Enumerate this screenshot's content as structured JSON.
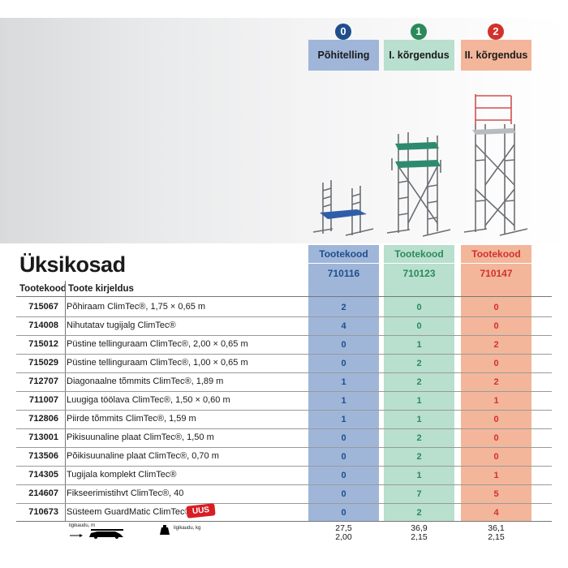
{
  "title": "Üksikosad",
  "columns": [
    {
      "number": "0",
      "name": "Põhitelling",
      "code_label": "Tootekood",
      "code": "710116"
    },
    {
      "number": "1",
      "name": "I. kõrgendus",
      "code_label": "Tootekood",
      "code": "710123"
    },
    {
      "number": "2",
      "name": "II. kõrgendus",
      "code_label": "Tootekood",
      "code": "710147"
    }
  ],
  "table_headers": {
    "code": "Tootekood",
    "desc": "Toote kirjeldus"
  },
  "rows": [
    {
      "code": "715067",
      "desc": "Põhiraam ClimTec®, 1,75 × 0,65 m",
      "q": [
        "2",
        "0",
        "0"
      ]
    },
    {
      "code": "714008",
      "desc": "Nihutatav tugijalg ClimTec®",
      "q": [
        "4",
        "0",
        "0"
      ]
    },
    {
      "code": "715012",
      "desc": "Püstine tellinguraam ClimTec®, 2,00 × 0,65 m",
      "q": [
        "0",
        "1",
        "2"
      ]
    },
    {
      "code": "715029",
      "desc": "Püstine tellinguraam ClimTec®, 1,00 × 0,65 m",
      "q": [
        "0",
        "2",
        "0"
      ]
    },
    {
      "code": "712707",
      "desc": "Diagonaalne tõmmits ClimTec®, 1,89 m",
      "q": [
        "1",
        "2",
        "2"
      ]
    },
    {
      "code": "711007",
      "desc": "Luugiga töölava ClimTec®, 1,50 × 0,60 m",
      "q": [
        "1",
        "1",
        "1"
      ]
    },
    {
      "code": "712806",
      "desc": "Piirde tõmmits ClimTec®, 1,59 m",
      "q": [
        "1",
        "1",
        "0"
      ]
    },
    {
      "code": "713001",
      "desc": "Pikisuunaline plaat ClimTec®, 1,50 m",
      "q": [
        "0",
        "2",
        "0"
      ]
    },
    {
      "code": "713506",
      "desc": "Põikisuunaline plaat ClimTec®, 0,70 m",
      "q": [
        "0",
        "2",
        "0"
      ]
    },
    {
      "code": "714305",
      "desc": "Tugijala komplekt ClimTec®",
      "q": [
        "0",
        "1",
        "1"
      ]
    },
    {
      "code": "214607",
      "desc": "Fikseerimistihvt ClimTec®, 40",
      "q": [
        "0",
        "7",
        "5"
      ]
    },
    {
      "code": "710673",
      "desc": "Süsteem GuardMatic ClimTec®",
      "q": [
        "0",
        "2",
        "4"
      ]
    }
  ],
  "badge_new": "UUS",
  "footer": {
    "length_label": "ligikaudu, m",
    "weight_label": "ligikaudu, kg",
    "values": [
      {
        "weight": "27,5",
        "length": "2,00"
      },
      {
        "weight": "36,9",
        "length": "2,15"
      },
      {
        "weight": "36,1",
        "length": "2,15"
      }
    ]
  },
  "colors": {
    "blue": "#9fb6d9",
    "green": "#b9dfce",
    "red": "#f3b69a",
    "circle_blue": "#1f4e8c",
    "circle_green": "#2b8a5a",
    "circle_red": "#d2312c",
    "badge": "#d81e25"
  },
  "icons": [
    "car-transport-icon",
    "weight-icon"
  ]
}
